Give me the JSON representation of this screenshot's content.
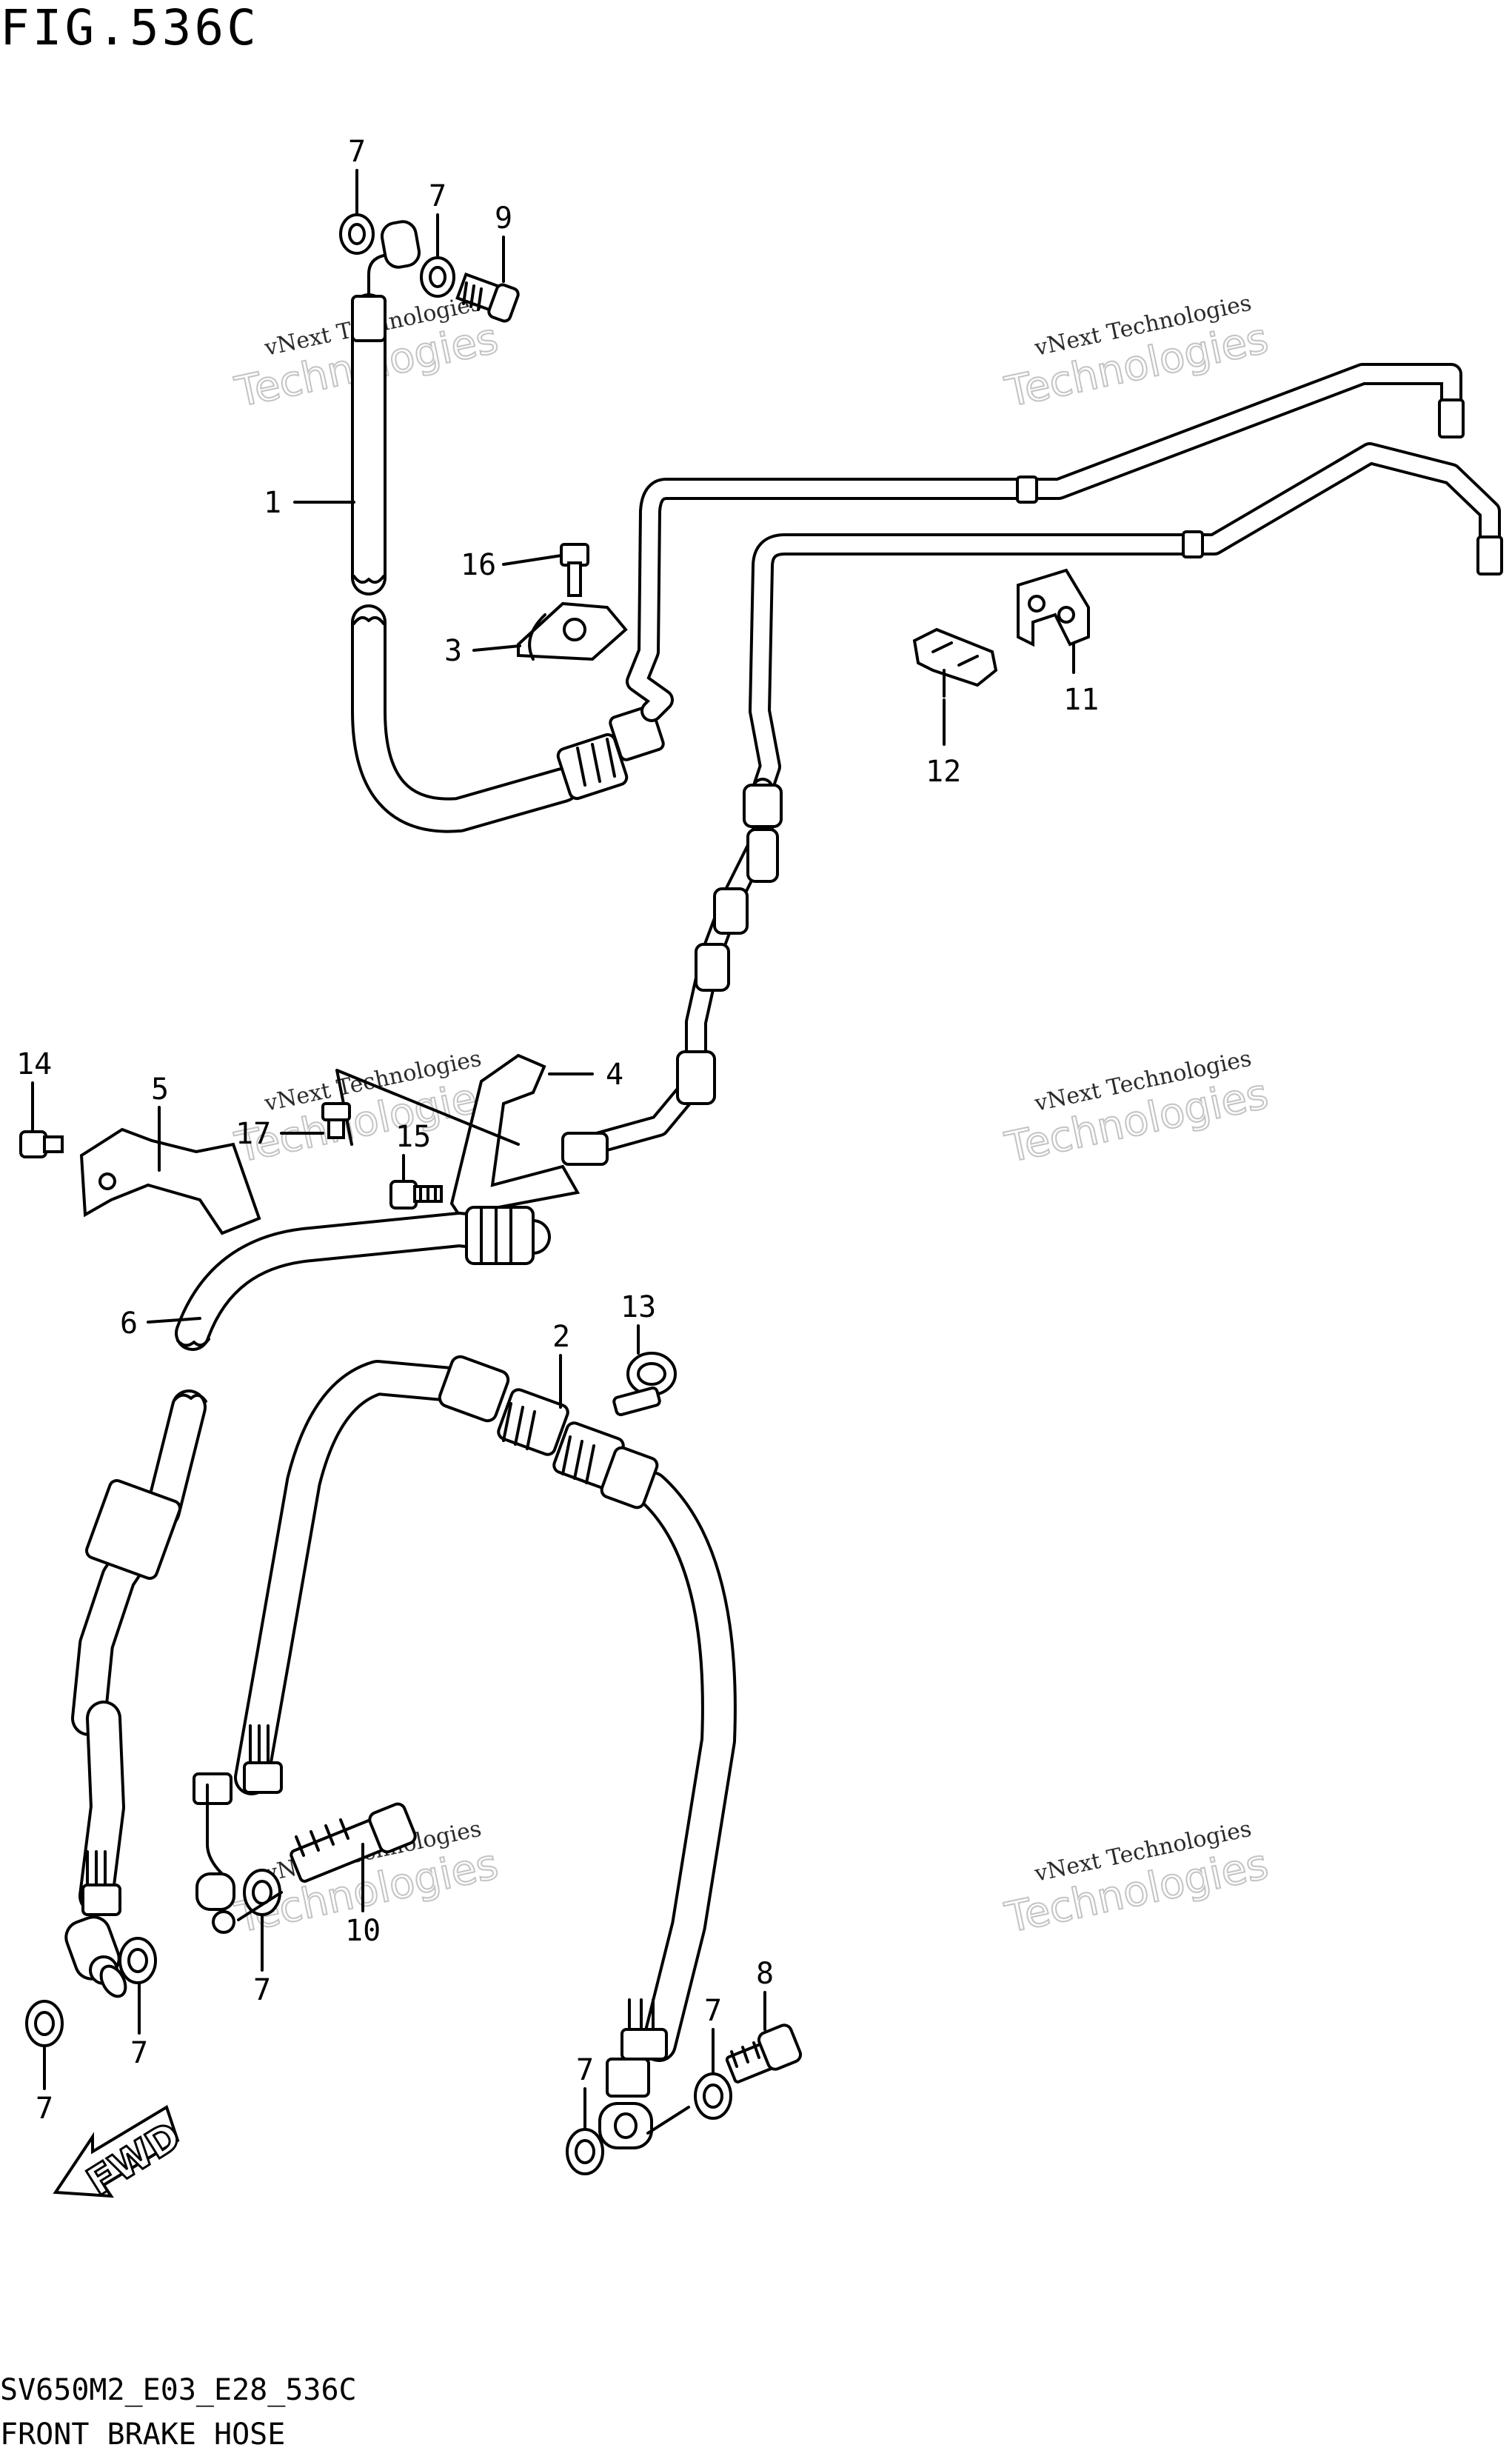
{
  "title": "FIG.536C",
  "footer": {
    "code": "SV650M2_E03_E28_536C",
    "caption": "FRONT BRAKE HOSE"
  },
  "fwd_label": "FWD",
  "watermark": {
    "line1": "vNext Technologies",
    "line2": "Technologies"
  },
  "callouts": [
    {
      "id": "c7a",
      "text": "7"
    },
    {
      "id": "c7b",
      "text": "7"
    },
    {
      "id": "c9",
      "text": "9"
    },
    {
      "id": "c1",
      "text": "1"
    },
    {
      "id": "c16",
      "text": "16"
    },
    {
      "id": "c3",
      "text": "3"
    },
    {
      "id": "c11",
      "text": "11"
    },
    {
      "id": "c12",
      "text": "12"
    },
    {
      "id": "c14",
      "text": "14"
    },
    {
      "id": "c5",
      "text": "5"
    },
    {
      "id": "c17",
      "text": "17"
    },
    {
      "id": "c15",
      "text": "15"
    },
    {
      "id": "c4",
      "text": "4"
    },
    {
      "id": "c6",
      "text": "6"
    },
    {
      "id": "c13",
      "text": "13"
    },
    {
      "id": "c2",
      "text": "2"
    },
    {
      "id": "c10",
      "text": "10"
    },
    {
      "id": "c7c",
      "text": "7"
    },
    {
      "id": "c7d",
      "text": "7"
    },
    {
      "id": "c7e",
      "text": "7"
    },
    {
      "id": "c8",
      "text": "8"
    },
    {
      "id": "c7f",
      "text": "7"
    },
    {
      "id": "c7g",
      "text": "7"
    }
  ]
}
